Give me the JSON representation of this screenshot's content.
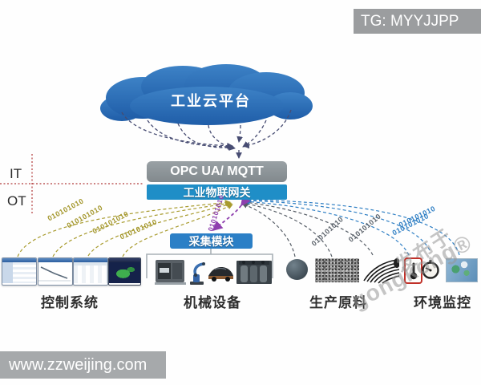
{
  "badges": {
    "tg": "TG: MYYJJPP",
    "site": "www.zzweijing.com"
  },
  "watermark": {
    "line1": "发布于",
    "line2": "gongkong®"
  },
  "architecture": {
    "cloud": "工业云平台",
    "protocol": "OPC UA/ MQTT",
    "gateway": "工业物联网关",
    "collector": "采集模块",
    "zone_top": "IT",
    "zone_bottom": "OT",
    "binary": "010101010"
  },
  "groups": {
    "control": "控制系统",
    "machine": "机械设备",
    "material": "生产原料",
    "environment": "环境监控"
  },
  "colors": {
    "cloud_blue": "#2f6fb7",
    "protocol_gray": "#8c9398",
    "gateway_blue": "#1f8ec7",
    "collector_blue": "#2b7fc6",
    "it_ot_red": "#b23b3b",
    "cloud_link": "#474c72",
    "olive_link": "#a89b2e",
    "purple_link": "#8e3fae",
    "gray_link": "#565d66",
    "blue_link": "#2f7fc4"
  }
}
